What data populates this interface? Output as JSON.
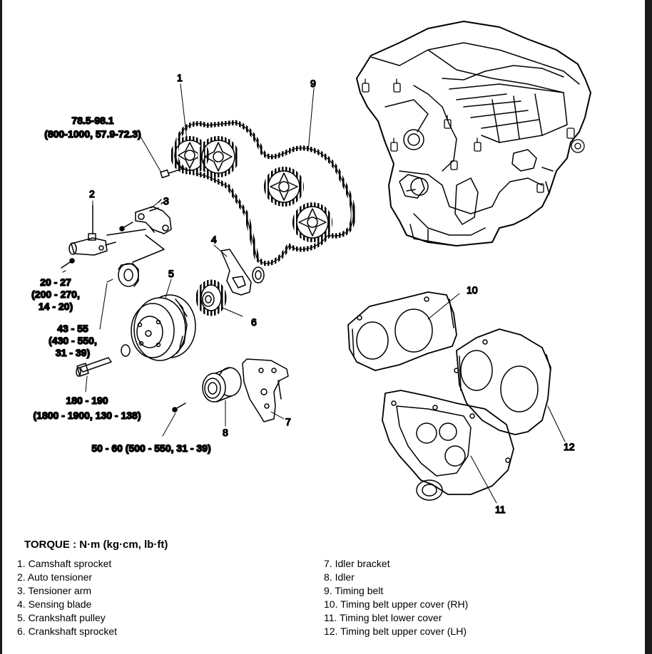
{
  "diagram": {
    "callouts": {
      "n1": "1",
      "n2": "2",
      "n3": "3",
      "n4": "4",
      "n5": "5",
      "n6": "6",
      "n7": "7",
      "n8": "8",
      "n9": "9",
      "n10": "10",
      "n11": "11",
      "n12": "12"
    },
    "torque_specs": {
      "camshaft_bolt": [
        "78.5-98.1",
        "(800-1000, 57.9-72.3)"
      ],
      "tensioner_bolt": [
        "20 - 27",
        "(200 - 270,",
        "14 - 20)"
      ],
      "arm_bolt": [
        "43 - 55",
        "(430 - 550,",
        "31 - 39)"
      ],
      "crank_bolt": [
        "180 - 190",
        "(1800 - 1900, 130 - 138)"
      ],
      "idler_bolt": [
        "50 - 60 (500 - 550, 31 - 39)"
      ]
    }
  },
  "torque_title": "TORQUE : N·m (kg·cm, lb·ft)",
  "legend_left": [
    "1. Camshaft sprocket",
    "2. Auto tensioner",
    "3. Tensioner arm",
    "4. Sensing blade",
    "5. Crankshaft pulley",
    "6. Crankshaft sprocket"
  ],
  "legend_right": [
    "7. Idler bracket",
    "8. Idler",
    "9. Timing belt",
    "10. Timing belt upper cover (RH)",
    "11. Timing blet lower cover",
    "12. Timing belt upper cover (LH)"
  ]
}
